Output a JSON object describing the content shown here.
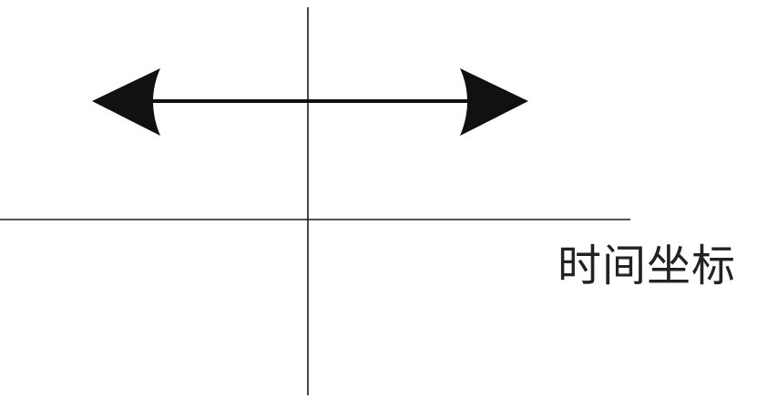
{
  "diagram": {
    "time_axis_label": "时间坐标",
    "arrow": {
      "direction": "bidirectional",
      "orientation": "horizontal"
    },
    "colors": {
      "ink": "#111111",
      "background": "#ffffff"
    }
  }
}
